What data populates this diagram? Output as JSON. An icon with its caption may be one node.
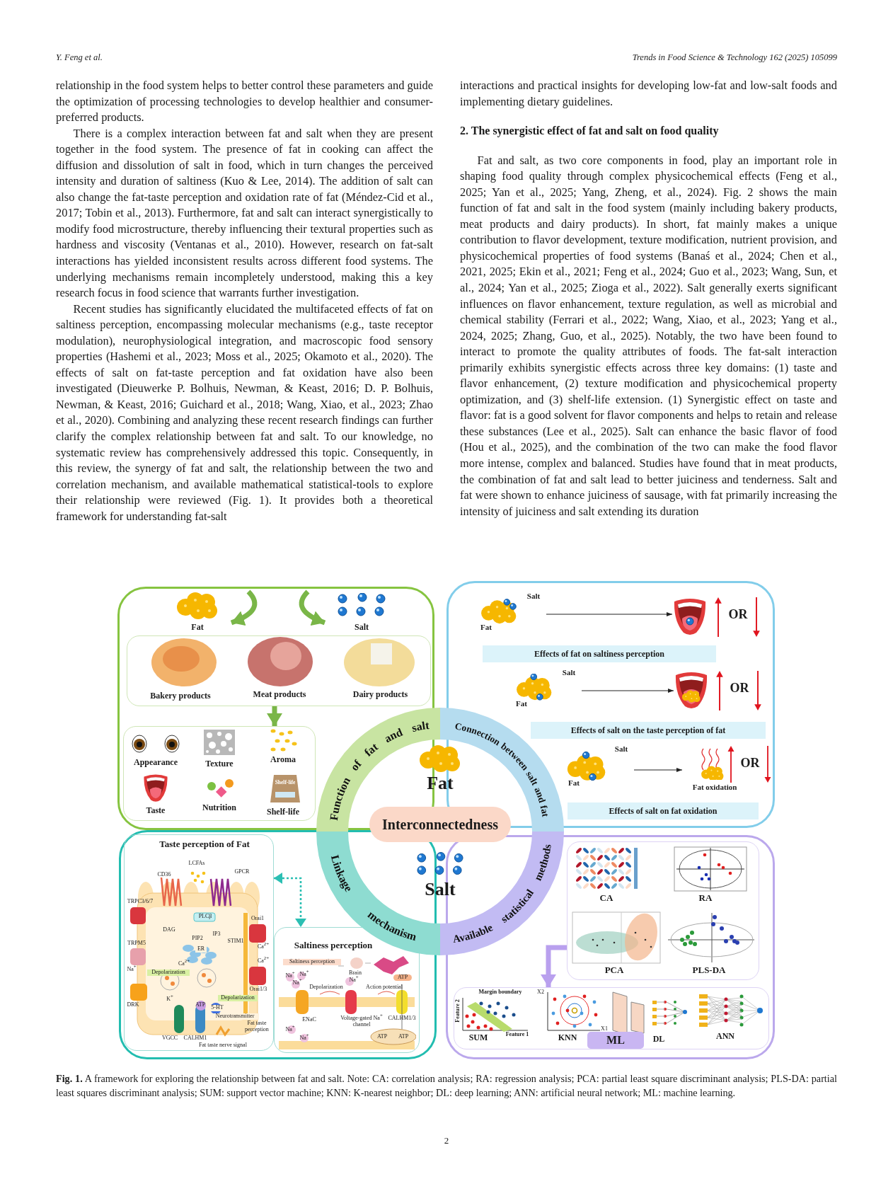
{
  "diagram": {
    "caption": "**Fig. 1.** A framework for exploring the relationship between fat and salt. Note: CA: correlation analysis; RA: regression analysis; PCA: partial least square discriminant analysis; PLS-DA: partial least squares discriminant analysis; SUM: support vector machine; KNN: K-nearest neighbor; DL: deep learning; ANN: artificial neural network; ML: machine learning.",
    "nodes": [
      {
        "text": [],
        "shape": "box"
      },
      {
        "text": [
          "Fat"
        ],
        "in": 0
      },
      {
        "text": [
          "Salt"
        ],
        "in": 0
      },
      {
        "text": [
          "Bakery products",
          "Meat products",
          "Dairy products"
        ],
        "in": 0
      },
      {
        "text": [
          "Appearance",
          "Texture",
          "Aroma",
          "Taste",
          "Nutrition",
          "Shelf-life",
          "Shelf-life"
        ],
        "in": 0
      },
      {
        "text": [],
        "shape": "box"
      },
      {
        "text": [
          "Salt",
          "Fat"
        ],
        "in": 5
      },
      {
        "text": [
          "OR"
        ],
        "in": 5
      },
      {
        "text": [
          "Effects of fat on saltiness perception"
        ],
        "in": 5
      },
      {
        "text": [
          "Salt",
          "Fat"
        ],
        "in": 5
      },
      {
        "text": [
          "OR"
        ],
        "in": 5
      },
      {
        "text": [
          "Effects of salt on the taste perception of fat"
        ],
        "in": 5
      },
      {
        "text": [
          "Salt",
          "Fat"
        ],
        "in": 5
      },
      {
        "text": [
          "Fat oxidation",
          "OR"
        ],
        "in": 5
      },
      {
        "text": [
          "Effects of salt on fat oxidation"
        ],
        "in": 5
      },
      {
        "text": [],
        "shape": "box"
      },
      {
        "text": [
          "Taste perception of Fat",
          "LCFAs",
          "CD36",
          "GPCR",
          "TRPC3/6/7",
          "PLCβ",
          "DAG",
          "PIP2",
          "IP3",
          "Orai1",
          "STIM1",
          "ER",
          "Ca$^{2+}$",
          "Ca$^{2+}$",
          "TRPM5",
          "Na$^{+}$",
          "Depolarization",
          "Ca$^{2+}$",
          "Orai1/3",
          "DRK",
          "K$^{+}$",
          "ATP",
          "5-HT",
          "Depolarization",
          "Neurotransmitter",
          "VGCC",
          "CALHM1",
          "Fat taste nerve signal",
          "Fat taste perception"
        ],
        "in": 15
      },
      {
        "text": [
          "Saltiness perception",
          "Saltiness perception",
          "Brain",
          "Na$^{+}$",
          "Na$^{+}$",
          "Na$^{+}$",
          "Depolarization",
          "Na$^{+}$",
          "Action potential",
          "ATP",
          "ENaC",
          "Voltage-gated Na$^{+}$ channel",
          "CALHM1/3",
          "Na$^{+}$",
          "Na$^{+}$",
          "ATP",
          "ATP"
        ],
        "in": 15
      },
      {
        "text": [],
        "shape": "box"
      },
      {
        "text": [
          "CA",
          "RA",
          "PCA",
          "PLS-DA"
        ],
        "in": 18
      },
      {
        "text": [
          "Margin boundary",
          "Feature 2",
          "Feature 1",
          "SUM",
          "X2",
          "X1",
          "KNN",
          "DL",
          "ANN",
          "ML"
        ],
        "in": 18
      },
      {
        "text": [
          "Function of fat and salt",
          "Connection between salt and fat",
          "Linkage mechanism",
          "Available statistical methods"
        ]
      },
      {
        "text": [
          "Fat"
        ],
        "in": 21
      },
      {
        "text": [
          "Interconnectedness"
        ],
        "in": 21
      },
      {
        "text": [
          "Salt"
        ],
        "in": 21
      }
    ],
    "edges": [
      {
        "from": null,
        "to": 1,
        "arrow": "to",
        "style": "thick",
        "color": "#7ab648"
      },
      {
        "from": null,
        "to": 2,
        "arrow": "to",
        "style": "thick",
        "color": "#7ab648"
      },
      {
        "from": 3,
        "to": 4,
        "arrow": "to",
        "style": "thick",
        "color": "#7ab648"
      },
      {
        "from": 6,
        "to": 7,
        "arrow": "to",
        "color": "#222222"
      },
      {
        "from": 9,
        "to": 10,
        "arrow": "to",
        "color": "#222222"
      },
      {
        "from": 12,
        "to": 13,
        "arrow": "to",
        "color": "#222222"
      },
      {
        "from": 16,
        "to": 17,
        "arrow": "both",
        "style": "dashed",
        "color": "#2bbfb3"
      },
      {
        "from": 19,
        "to": 20,
        "arrow": "to",
        "style": "thick",
        "color": "#b9a0ee"
      }
    ],
    "labels": [
      "Y. Feng et al.",
      "Trends in Food Science & Technology 162 (2025) 105099",
      "relationship in the food system helps to better control these parameters and guide the optimization of processing technologies to develop healthier and consumer-preferred products.",
      "There is a complex interaction between fat and salt when they are present together in the food system. The presence of fat in cooking can affect the diffusion and dissolution of salt in food, which in turn changes the perceived intensity and duration of saltiness (Kuo & Lee, 2014). The addition of salt can also change the fat-taste perception and oxidation rate of fat (Méndez-Cid et al., 2017; Tobin et al., 2013). Furthermore, fat and salt can interact synergistically to modify food microstructure, thereby influencing their textural properties such as hardness and viscosity (Ventanas et al., 2010). However, research on fat-salt interactions has yielded inconsistent results across different food systems. The underlying mechanisms remain incompletely understood, making this a key research focus in food science that warrants further investigation.",
      "Recent studies has significantly elucidated the multifaceted effects of fat on saltiness perception, encompassing molecular mechanisms (e.g., taste receptor modulation), neurophysiological integration, and macroscopic food sensory properties (Hashemi et al., 2023; Moss et al., 2025; Okamoto et al., 2020). The effects of salt on fat-taste perception and fat oxidation have also been investigated (Dieuwerke P. Bolhuis, Newman, & Keast, 2016; D. P. Bolhuis, Newman, & Keast, 2016; Guichard et al., 2018; Wang, Xiao, et al., 2023; Zhao et al., 2020). Combining and analyzing these recent research findings can further clarify the complex relationship between fat and salt. To our knowledge, no systematic review has comprehensively addressed this topic. Consequently, in this review, the synergy of fat and salt, the relationship between the two and correlation mechanism, and available mathematical statistical-tools to explore their relationship were reviewed (Fig. 1). It provides both a theoretical framework for understanding fat-salt",
      "interactions and practical insights for developing low-fat and low-salt foods and implementing dietary guidelines.",
      "2. The synergistic effect of fat and salt on food quality",
      "Fat and salt, as two core components in food, play an important role in shaping food quality through complex physicochemical effects (Feng et al., 2025; Yan et al., 2025; Yang, Zheng, et al., 2024). Fig. 2 shows the main function of fat and salt in the food system (mainly including bakery products, meat products and dairy products). In short, fat mainly makes a unique contribution to flavor development, texture modification, nutrient provision, and physicochemical properties of food systems (Banaś et al., 2024; Chen et al., 2021, 2025; Ekin et al., 2021; Feng et al., 2024; Guo et al., 2023; Wang, Sun, et al., 2024; Yan et al., 2025; Zioga et al., 2022). Salt generally exerts significant influences on flavor enhancement, texture regulation, as well as microbial and chemical stability (Ferrari et al., 2022; Wang, Xiao, et al., 2023; Yang et al., 2024, 2025; Zhang, Guo, et al., 2025). Notably, the two have been found to interact to promote the quality attributes of foods. The fat-salt interaction primarily exhibits synergistic effects across three key domains: (1) taste and flavor enhancement, (2) texture modification and physicochemical property optimization, and (3) shelf-life extension. (1) Synergistic effect on taste and flavor: fat is a good solvent for flavor components and helps to retain and release these substances (Lee et al., 2025). Salt can enhance the basic flavor of food (Hou et al., 2025), and the combination of the two can make the food flavor more intense, complex and balanced. Studies have found that in meat products, the combination of fat and salt lead to better juiciness and tenderness. Salt and fat were shown to enhance juiciness of sausage, with fat primarily increasing the intensity of juiciness and salt extending its duration",
      "2"
    ]
  }
}
